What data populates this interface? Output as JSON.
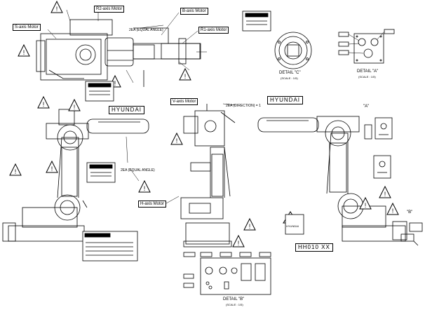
{
  "labels": {
    "s_axis_motor": "S-axis Motor",
    "r2_axis_motor": "R2-axis Motor",
    "b_axis_motor": "B-axis Motor",
    "r1_axis_motor": "R1-axis Motor",
    "v_axis_motor": "V-axis Motor",
    "h_axis_motor": "H-axis Motor"
  },
  "notes": {
    "equal_angle_top": "2EA (EQUAL ANGLE)",
    "equal_angle_left": "2EA (EQUAL ANGLE)",
    "ea_direction": "2EA (DIRECTION) = 1"
  },
  "brand": {
    "hyundai_left": "HYUNDAI",
    "hyundai_right": "HYUNDAI",
    "hyundai_side": "HYUNDAI",
    "model": "HH010 XX"
  },
  "details": {
    "c_title": "DETAIL \"C\"",
    "c_scale": "(SCALE : 1/5)",
    "a_title": "DETAIL \"A\"",
    "a_scale": "(SCALE : 1/5)",
    "b_title": "DETAIL \"B\"",
    "b_scale": "(SCALE : 1/5)",
    "a_callout": "\"A\"",
    "b_callout": "\"B\""
  },
  "icons": [
    "warning-triangle-icon",
    "hazard-pictogram-icon",
    "caution-plate-icon",
    "nameplate-icon"
  ]
}
